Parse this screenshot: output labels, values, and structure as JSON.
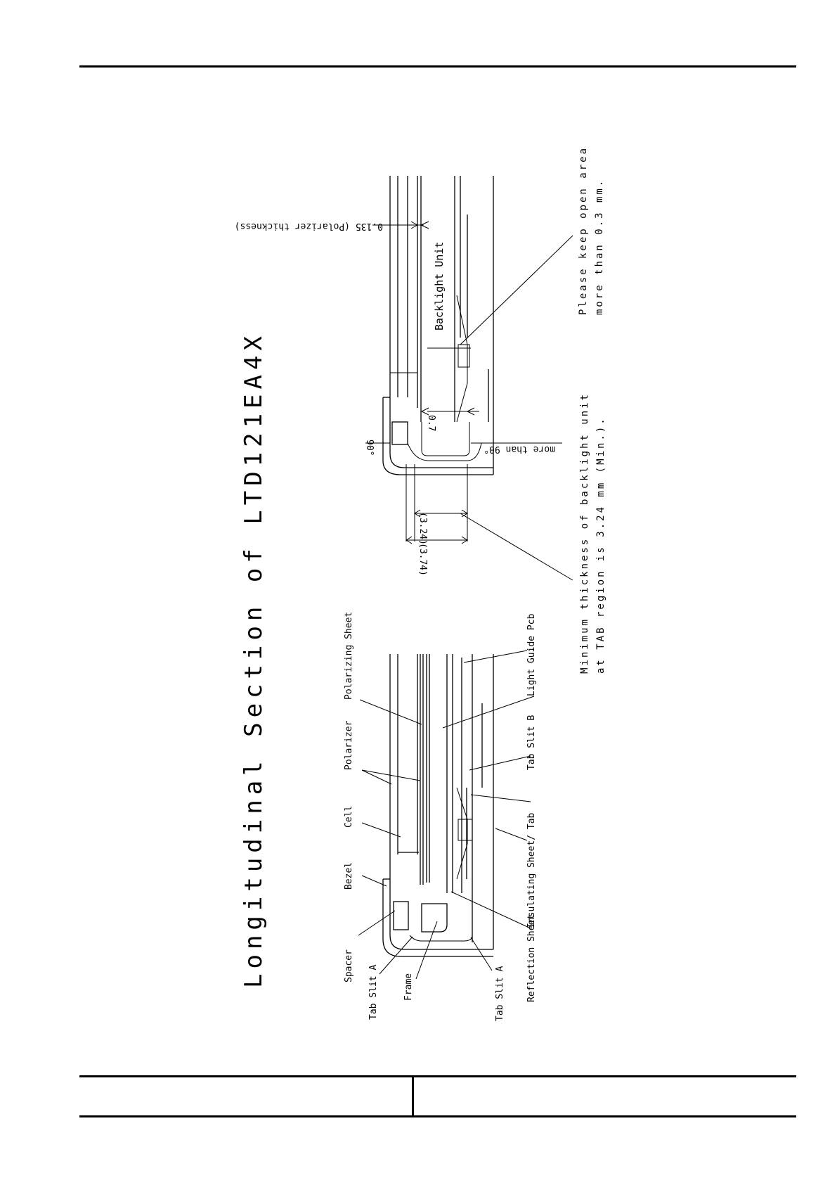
{
  "title": "Longitudinal Section of LTD121EA4X",
  "left_labels": {
    "spacer": "Spacer",
    "tab_slit_a_upper": "Tab Slit A",
    "frame": "Frame",
    "bezel": "Bezel",
    "cell": "Cell",
    "polarizer": "Polarizer",
    "polarizing_sheet": "Polarizing Sheet",
    "tab_slit_a_lower": "Tab Slit A",
    "reflection_sheet": "Reflection Sheet",
    "insulating_sheet_tab": "Insulating Sheet/ Tab",
    "tab_slit_b": "Tab Slit B",
    "light_guide_pcb": "Light Guide Pcb"
  },
  "right_labels": {
    "polarizer_thickness": "0.135 (Polarizer thickness)",
    "backlight_unit": "Backlight Unit",
    "dim_07": "0.7",
    "angle_90": "90°",
    "more_than_90": "more than 90°",
    "dim_324": "(3.24)",
    "dim_374": "(3.74)"
  },
  "notes": {
    "open_area_line1": "Please keep open area",
    "open_area_line2": "more than 0.3 mm.",
    "min_thickness_line1": "Minimum thickness of backlight unit",
    "min_thickness_line2": "at TAB region is 3.24 mm (Min.)."
  },
  "footer": {
    "left_cell": "",
    "right_cell": ""
  }
}
